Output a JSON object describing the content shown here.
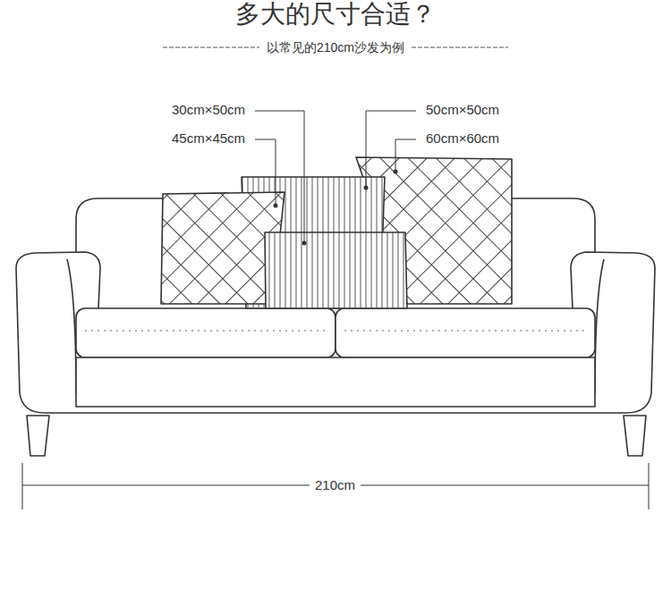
{
  "diagram": {
    "title": "多大的尺寸合适？",
    "labels": [
      "以常见的210cm沙发为例",
      "30cm×50cm",
      "45cm×45cm",
      "50cm×50cm",
      "60cm×60cm",
      "210cm"
    ]
  }
}
